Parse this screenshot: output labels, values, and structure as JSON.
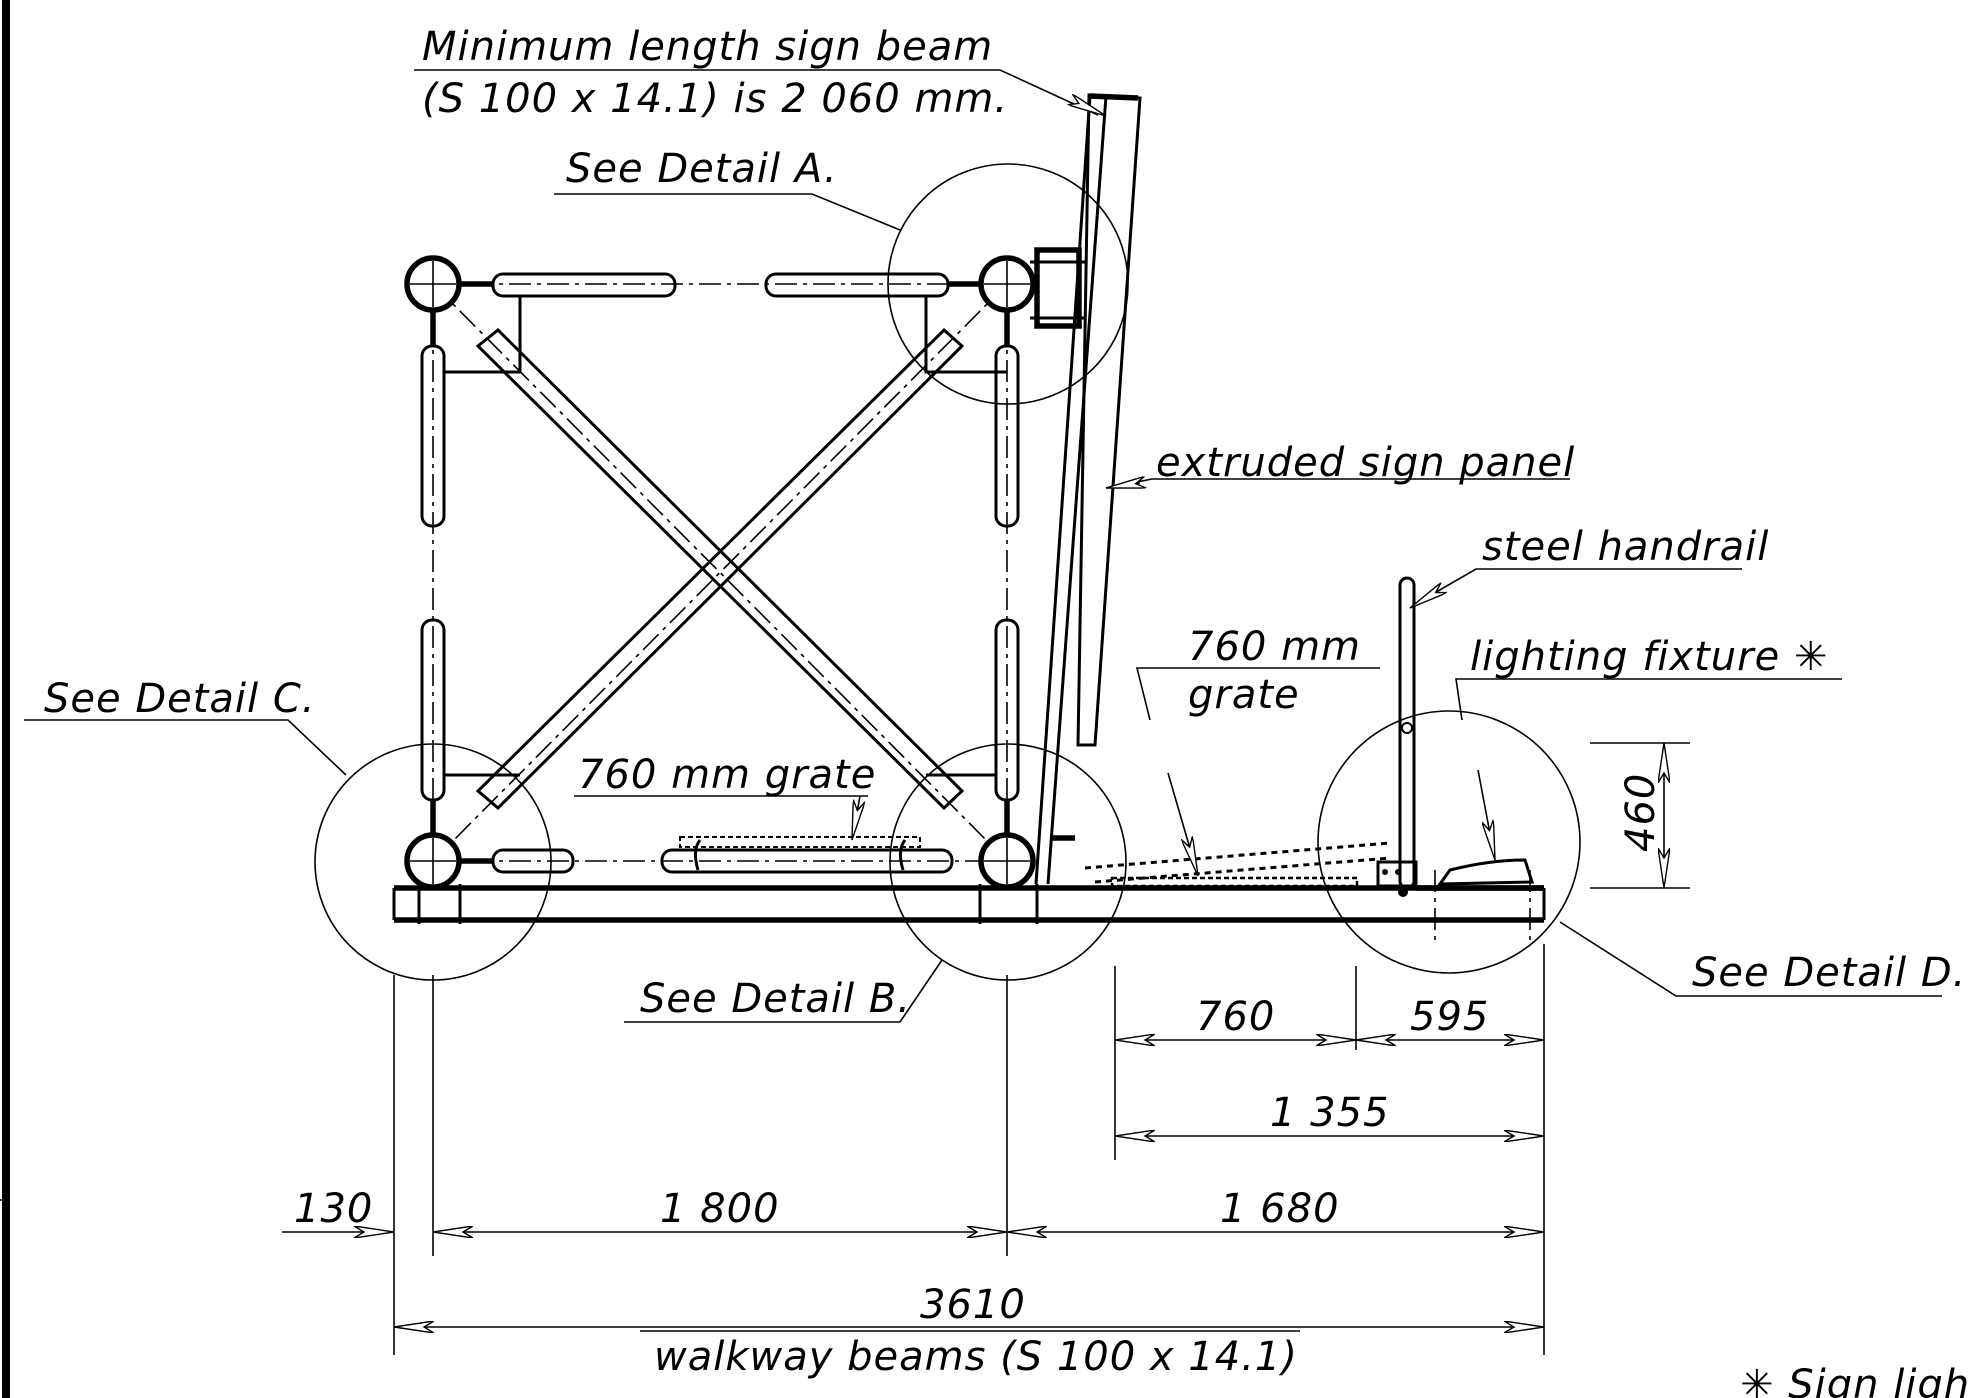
{
  "labels": {
    "min_length_line1": "Minimum  length  sign  beam",
    "min_length_line2": "(S  100  x  14.1) is  2  060  mm.",
    "detail_a": "See  Detail A.",
    "detail_b": "See  Detail B.",
    "detail_c": "See  Detail C.",
    "detail_d": "See  Detail D.",
    "sign_panel": "extruded  sign  panel",
    "handrail": "steel handrail",
    "lighting": "lighting  fixture ✳",
    "grate_right_line1": "760  mm",
    "grate_right_line2": "grate",
    "grate_left": "760  mm  grate",
    "walkway": "walkway  beams  (S  100  x  14.1)",
    "footnote": "✳  Sign  ligh"
  },
  "dimensions": {
    "d460": "460",
    "d760": "760",
    "d595": "595",
    "d1355": "1 355",
    "d130": "130",
    "d1800": "1 800",
    "d1680": "1 680",
    "d3610": "3610"
  }
}
